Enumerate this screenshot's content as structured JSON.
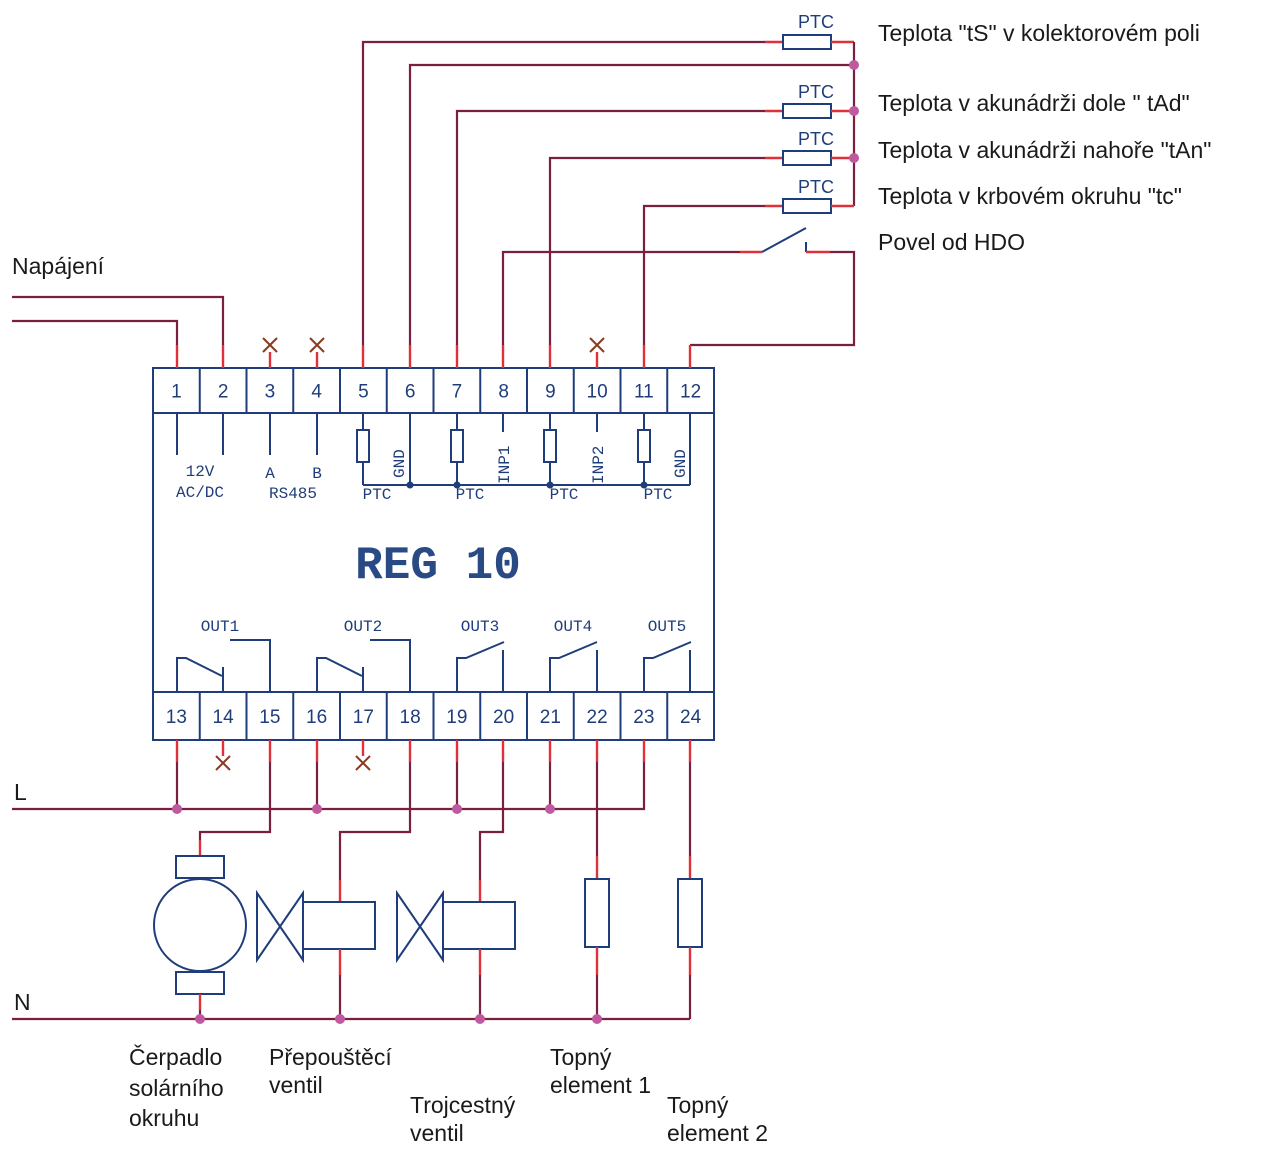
{
  "device": {
    "title": "REG 10"
  },
  "terminals": {
    "top": [
      "1",
      "2",
      "3",
      "4",
      "5",
      "6",
      "7",
      "8",
      "9",
      "10",
      "11",
      "12"
    ],
    "bottom": [
      "13",
      "14",
      "15",
      "16",
      "17",
      "18",
      "19",
      "20",
      "21",
      "22",
      "23",
      "24"
    ]
  },
  "internal_labels": {
    "power": [
      "12V",
      "AC/DC"
    ],
    "rs485": [
      "A",
      "B",
      "RS485"
    ],
    "gnd": "GND",
    "ptc": "PTC",
    "inp1": "INP1",
    "inp2": "INP2",
    "outputs": [
      "OUT1",
      "OUT2",
      "OUT3",
      "OUT4",
      "OUT5"
    ]
  },
  "sensor_symbol_label": "PTC",
  "sensors": [
    "Teplota \"tS\" v kolektorovém poli",
    "Teplota v akunádrži dole \" tAd\"",
    "Teplota v akunádrži nahoře \"tAn\"",
    "Teplota v krbovém okruhu \"tc\"",
    "Povel od HDO"
  ],
  "power_label": "Napájení",
  "line_labels": {
    "L": "L",
    "N": "N"
  },
  "loads": {
    "pump": [
      "Čerpadlo",
      "solárního",
      "okruhu"
    ],
    "bypass": [
      "Přepouštěcí",
      "ventil"
    ],
    "threeway": [
      "Trojcestný",
      "ventil"
    ],
    "heater1": [
      "Topný",
      "element 1"
    ],
    "heater2": [
      "Topný",
      "element 2"
    ]
  },
  "colors": {
    "wire": "#7a1f3d",
    "wire_tip": "#e0303a",
    "device": "#1f3d7a",
    "junction": "#c05aa0"
  }
}
